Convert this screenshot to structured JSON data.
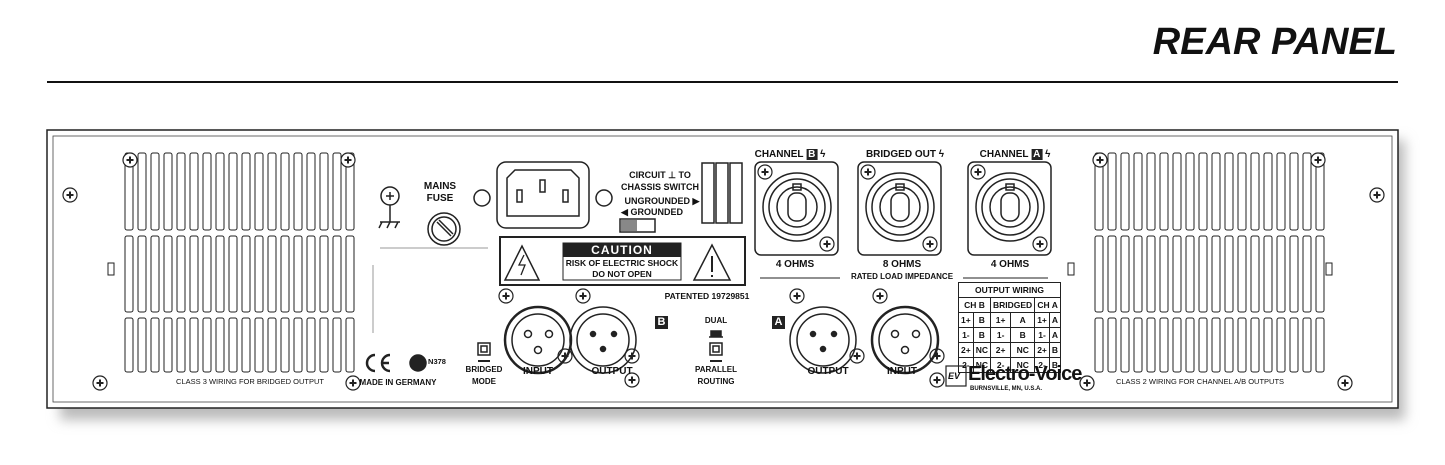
{
  "header": {
    "title": "REAR PANEL"
  },
  "panel": {
    "mains_fuse_l1": "MAINS",
    "mains_fuse_l2": "FUSE",
    "circuit_switch_l1": "CIRCUIT ⊥ TO",
    "circuit_switch_l2": "CHASSIS SWITCH",
    "ungrounded": "UNGROUNDED ▶",
    "grounded": "◀ GROUNDED",
    "caution": {
      "title": "CAUTION",
      "line1": "RISK OF ELECTRIC SHOCK",
      "line2": "DO NOT OPEN"
    },
    "patented": "PATENTED 19729851",
    "channel_b_label": "CHANNEL",
    "channel_b_badge": "B",
    "bridged_out": "BRIDGED OUT",
    "channel_a_label": "CHANNEL",
    "channel_a_badge": "A",
    "imp_b": "4 OHMS",
    "imp_bridged": "8 OHMS",
    "imp_a": "4 OHMS",
    "rated_load": "RATED LOAD IMPEDANCE",
    "input_b": "INPUT",
    "output_b": "OUTPUT",
    "badge_b": "B",
    "output_a": "OUTPUT",
    "input_a": "INPUT",
    "badge_a": "A",
    "dual": "DUAL",
    "parallel_l1": "PARALLEL",
    "parallel_l2": "ROUTING",
    "bridged_mode_l1": "BRIDGED",
    "bridged_mode_l2": "MODE",
    "ce": "CE",
    "n378": "N378",
    "made_in": "MADE IN GERMANY",
    "class3": "CLASS 3 WIRING FOR BRIDGED OUTPUT",
    "class2": "CLASS 2 WIRING FOR CHANNEL A/B OUTPUTS",
    "brand": "Electro-Voice",
    "brand_mark": "EV",
    "brand_city": "BURNSVILLE, MN, U.S.A."
  },
  "output_wiring": {
    "title": "OUTPUT WIRING",
    "headers": [
      "CH B",
      "BRIDGED",
      "CH A"
    ],
    "rows": [
      [
        "1+",
        "B",
        "1+",
        "A",
        "1+",
        "A"
      ],
      [
        "1-",
        "B",
        "1-",
        "B",
        "1-",
        "A"
      ],
      [
        "2+",
        "NC",
        "2+",
        "NC",
        "2+",
        "B"
      ],
      [
        "2-",
        "NC",
        "2-",
        "NC",
        "2-",
        "B"
      ]
    ]
  }
}
